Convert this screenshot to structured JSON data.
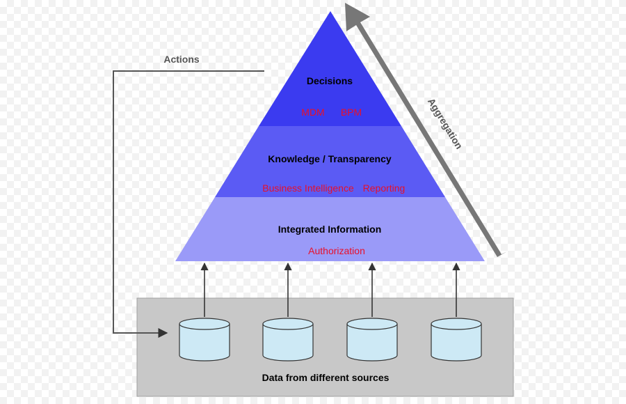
{
  "layers": [
    {
      "title": "Decisions",
      "tags": [
        "MDM",
        "BPM"
      ]
    },
    {
      "title": "Knowledge / Transparency",
      "tags": [
        "Business Intelligence",
        "Reporting"
      ]
    },
    {
      "title": "Integrated Information",
      "tags": [
        "Authorization"
      ]
    }
  ],
  "actions_label": "Actions",
  "aggregation_label": "Aggregation",
  "sources_label": "Data from different sources",
  "database_count": 4,
  "colors": {
    "top_layer": "#3b3bf0",
    "middle_layer": "#5b5bf4",
    "bottom_layer": "#9a9af8",
    "tag_text": "#e8102a",
    "sources_box": "#c8c8c8",
    "database": "#cde9f5",
    "aggregation_arrow": "#777777",
    "actions_line": "#555555"
  },
  "icons": {
    "database": "database-cylinder-icon",
    "arrow": "up-arrow-icon"
  }
}
